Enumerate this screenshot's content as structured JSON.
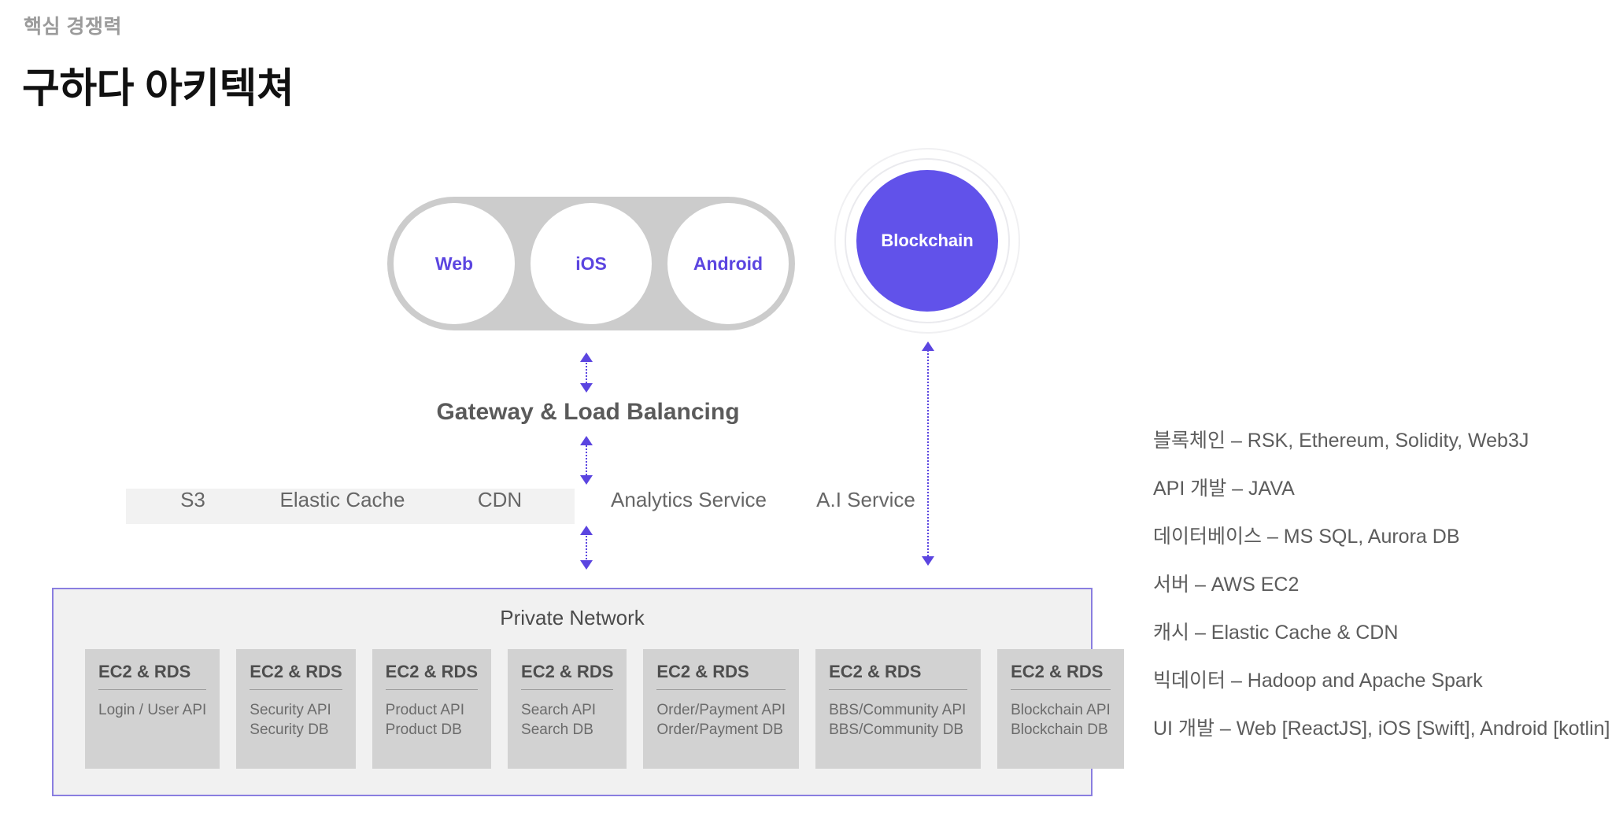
{
  "header": {
    "eyebrow": "핵심 경쟁력",
    "title": "구하다 아키텍쳐"
  },
  "colors": {
    "accent_purple": "#6152ea",
    "client_label_purple": "#5b45e0",
    "pill_gray": "#cccccc",
    "band_gray": "#f2f2f2",
    "card_gray": "#d2d2d2",
    "panel_gray": "#f1f1f1",
    "panel_border": "#8a7ee0",
    "text_gray": "#5c5c5c",
    "eyebrow_gray": "#9b9b9b"
  },
  "clients": {
    "items": [
      {
        "label": "Web"
      },
      {
        "label": "iOS"
      },
      {
        "label": "Android"
      }
    ]
  },
  "blockchain": {
    "label": "Blockchain"
  },
  "gateway": {
    "label": "Gateway & Load Balancing"
  },
  "services": {
    "banded": [
      {
        "label": "S3"
      },
      {
        "label": "Elastic Cache"
      },
      {
        "label": "CDN"
      }
    ],
    "unbanded": [
      {
        "label": "Analytics Service"
      },
      {
        "label": "A.I Service"
      }
    ]
  },
  "private_network": {
    "title": "Private Network",
    "cards": [
      {
        "head": "EC2 & RDS",
        "lines": [
          "Login / User API"
        ]
      },
      {
        "head": "EC2 & RDS",
        "lines": [
          "Security API",
          "Security DB"
        ]
      },
      {
        "head": "EC2 & RDS",
        "lines": [
          "Product API",
          "Product DB"
        ]
      },
      {
        "head": "EC2 & RDS",
        "lines": [
          "Search API",
          "Search DB"
        ]
      },
      {
        "head": "EC2 & RDS",
        "lines": [
          "Order/Payment API",
          "Order/Payment DB"
        ]
      },
      {
        "head": "EC2 & RDS",
        "lines": [
          "BBS/Community API",
          "BBS/Community DB"
        ]
      },
      {
        "head": "EC2 & RDS",
        "lines": [
          "Blockchain API",
          "Blockchain DB"
        ]
      }
    ]
  },
  "tech_stack": {
    "lines": [
      "블록체인 – RSK, Ethereum, Solidity, Web3J",
      "API 개발 – JAVA",
      "데이터베이스 – MS SQL, Aurora DB",
      "서버 – AWS EC2",
      "캐시 – Elastic Cache & CDN",
      "빅데이터 – Hadoop and Apache Spark",
      "UI 개발 – Web [ReactJS], iOS [Swift], Android [kotlin]"
    ]
  }
}
